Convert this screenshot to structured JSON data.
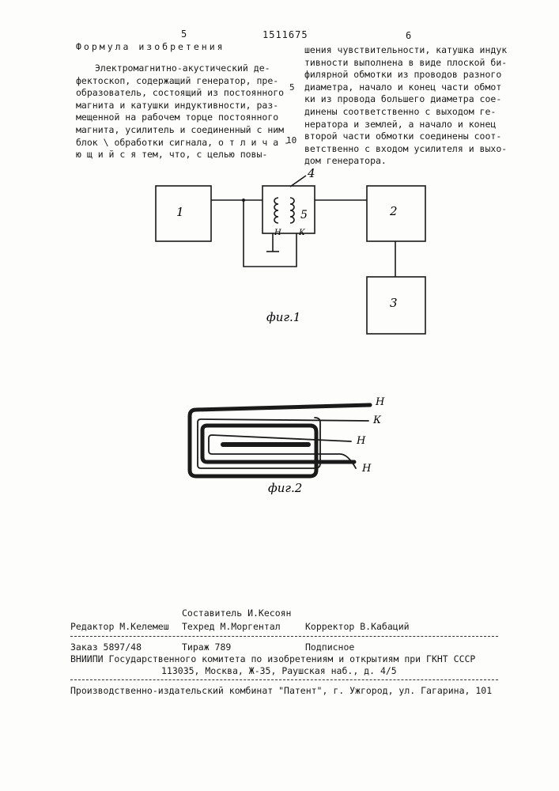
{
  "header": {
    "page_left": "5",
    "patent_number": "1511675",
    "page_right": "6"
  },
  "claims": {
    "heading": "Формула изобретения",
    "left_lines": [
      "Электромагнитно-акустический де-",
      "фектоскоп, содержащий генератор, пре-",
      "образователь, состоящий из постоянного",
      "магнита и катушки индуктивности, раз-",
      "мещенной на рабочем торце постоянного",
      "магнита, усилитель и соединенный с ним",
      "блок \\ обработки сигнала, о т л и ч а -",
      "ю щ и й с я  тем, что, с целью повы-"
    ],
    "right_lines": [
      "шения чувствительности, катушка индук",
      "тивности выполнена в виде плоской би-",
      "филярной обмотки из проводов разного",
      "диаметра, начало и конец части обмот",
      "ки из провода большего диаметра сое-",
      "динены соответственно с выходом ге-",
      "нератора и землей, а начало и конец",
      "второй части обмотки соединены соот-",
      "ветственно с входом усилителя и выхо-",
      "дом генератора."
    ],
    "margin_numbers": [
      "5",
      "10"
    ]
  },
  "figure1": {
    "caption": "фиг.1",
    "block_labels": [
      "1",
      "2",
      "3"
    ],
    "callout_4": "4",
    "coil_label": "5",
    "coil_end_labels": [
      "Н",
      "К"
    ]
  },
  "figure2": {
    "caption": "фиг.2",
    "lead_labels": [
      "Н",
      "К",
      "Н",
      "Н"
    ]
  },
  "footer": {
    "compiler": "Составитель И.Кесоян",
    "editor": "Редактор М.Келемеш",
    "techred": "Техред М.Моргентал",
    "corrector": "Корректор В.Кабаций",
    "order": "Заказ 5897/48",
    "circulation": "Тираж 789",
    "subscription": "Подписное",
    "org_line": "ВНИИПИ Государственного комитета по изобретениям и открытиям при ГКНТ СССР",
    "address": "113035, Москва, Ж-35, Раушская наб., д. 4/5",
    "publisher": "Производственно-издательский комбинат \"Патент\", г. Ужгород, ул. Гагарина, 101"
  }
}
